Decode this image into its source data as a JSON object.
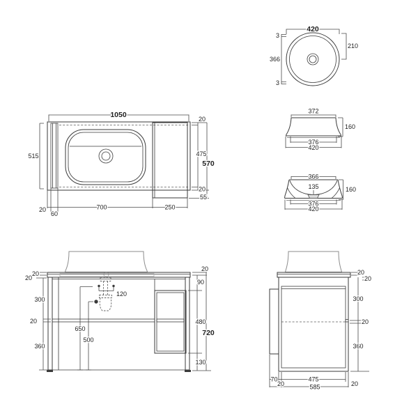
{
  "views": {
    "basin_top": {
      "dims": {
        "width": "420",
        "half_depth": "210",
        "inner_diameter": "366",
        "gap_top": "3",
        "gap_bottom": "3"
      }
    },
    "basin_side": {
      "dims": {
        "top_width": "372",
        "height": "160",
        "base_width": "376",
        "outer_width": "420"
      }
    },
    "basin_section": {
      "dims": {
        "top_width": "366",
        "inner_depth": "135",
        "height": "160",
        "base_width": "376",
        "outer_width": "420"
      }
    },
    "vanity_top": {
      "dims": {
        "overall_width": "1050",
        "depth": "515",
        "gap_top": "20",
        "counter_depth": "475",
        "overall_depth": "570",
        "gap_bottom": "20",
        "shelf_overhang": "55",
        "edge_thickness": "20",
        "panel_offset": "60",
        "basin_span": "700",
        "shelf_width": "250"
      }
    },
    "vanity_front": {
      "dims": {
        "counter_thickness": "20",
        "top_rail": "20",
        "upper_section": "300",
        "divider": "20",
        "lower_section": "360",
        "tap_spacing": "120",
        "waste_height": "650",
        "supply_height": "500",
        "right_counter": "20",
        "apron_height": "90",
        "shelf_height": "480",
        "overall_height": "720",
        "bottom_gap": "130"
      }
    },
    "vanity_side": {
      "dims": {
        "counter_thickness": "20",
        "top_rail": "20",
        "upper_section": "300",
        "divider": "20",
        "lower_section": "360",
        "bracket_depth": "70",
        "back_panel": "20",
        "carcass_depth": "475",
        "door_thickness": "20",
        "overall_depth": "585"
      }
    },
    "colors": {
      "line": "#3a3a3a",
      "light_line": "#8c8c8c",
      "background": "#ffffff"
    }
  }
}
